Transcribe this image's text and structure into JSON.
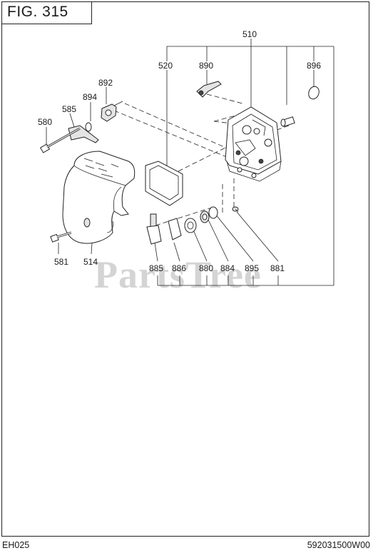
{
  "figure": {
    "title": "FIG. 315"
  },
  "footer": {
    "model": "EH025",
    "code": "592031500W00"
  },
  "watermark": "PartsTree",
  "callouts": [
    {
      "id": "510",
      "label": "510"
    },
    {
      "id": "520",
      "label": "520"
    },
    {
      "id": "890",
      "label": "890"
    },
    {
      "id": "896",
      "label": "896"
    },
    {
      "id": "892",
      "label": "892"
    },
    {
      "id": "894",
      "label": "894"
    },
    {
      "id": "585",
      "label": "585"
    },
    {
      "id": "580",
      "label": "580"
    },
    {
      "id": "581",
      "label": "581"
    },
    {
      "id": "514",
      "label": "514"
    },
    {
      "id": "885",
      "label": "885"
    },
    {
      "id": "886",
      "label": "886"
    },
    {
      "id": "880",
      "label": "880"
    },
    {
      "id": "884",
      "label": "884"
    },
    {
      "id": "895",
      "label": "895"
    },
    {
      "id": "881",
      "label": "881"
    }
  ]
}
